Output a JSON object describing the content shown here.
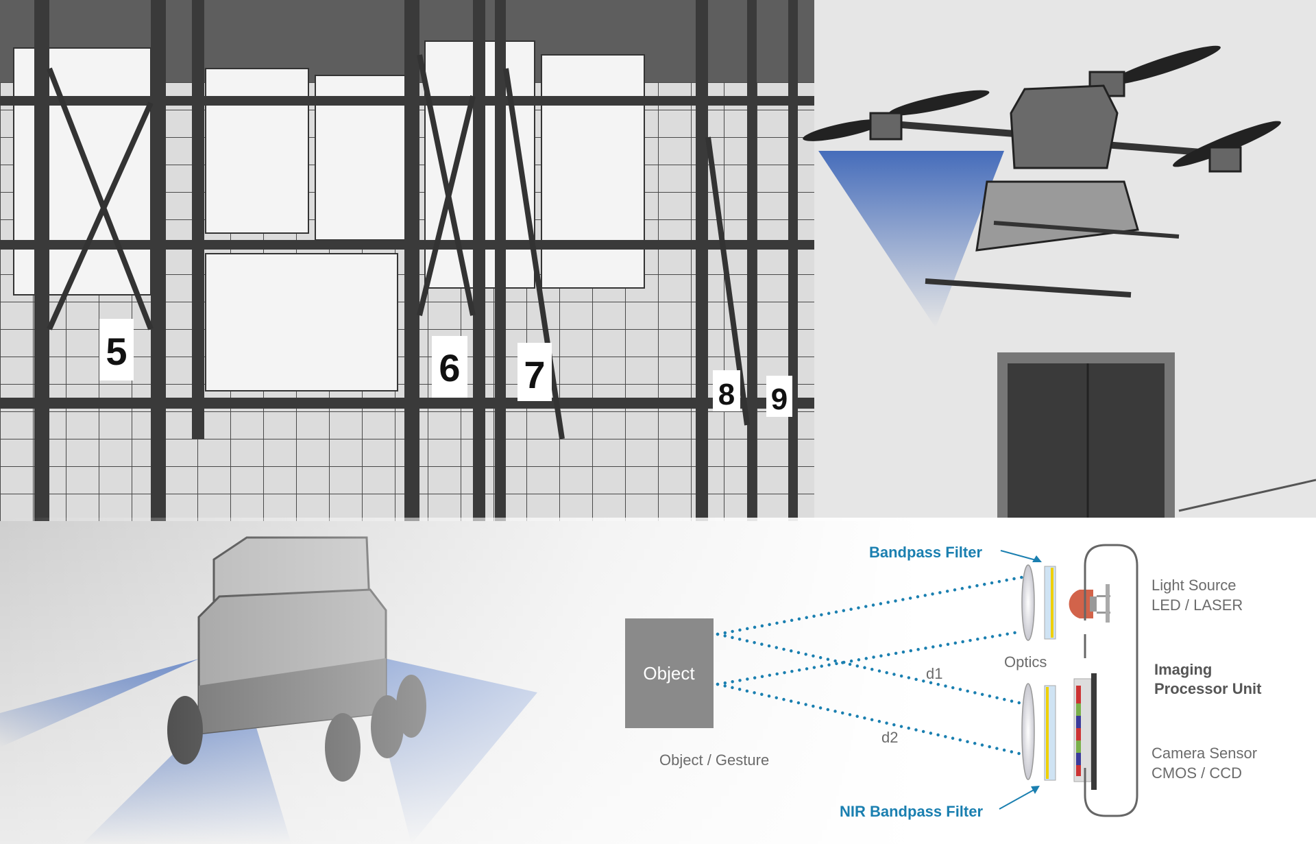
{
  "scene": {
    "rack_numbers": [
      "5",
      "6",
      "7",
      "8",
      "9"
    ]
  },
  "diagram": {
    "object_label": "Object",
    "object_caption": "Object / Gesture",
    "bandpass_filter": "Bandpass Filter",
    "nir_bandpass_filter": "NIR Bandpass Filter",
    "optics": "Optics",
    "d1": "d1",
    "d2": "d2",
    "light_source": [
      "Light Source",
      "LED / LASER"
    ],
    "imaging_unit": [
      "Imaging",
      "Processor Unit"
    ],
    "camera_sensor": [
      "Camera Sensor",
      "CMOS / CCD"
    ]
  },
  "colors": {
    "accent_blue": "#1a7fb0",
    "light_cone": "#3d66b8",
    "led": "#d2634a"
  }
}
